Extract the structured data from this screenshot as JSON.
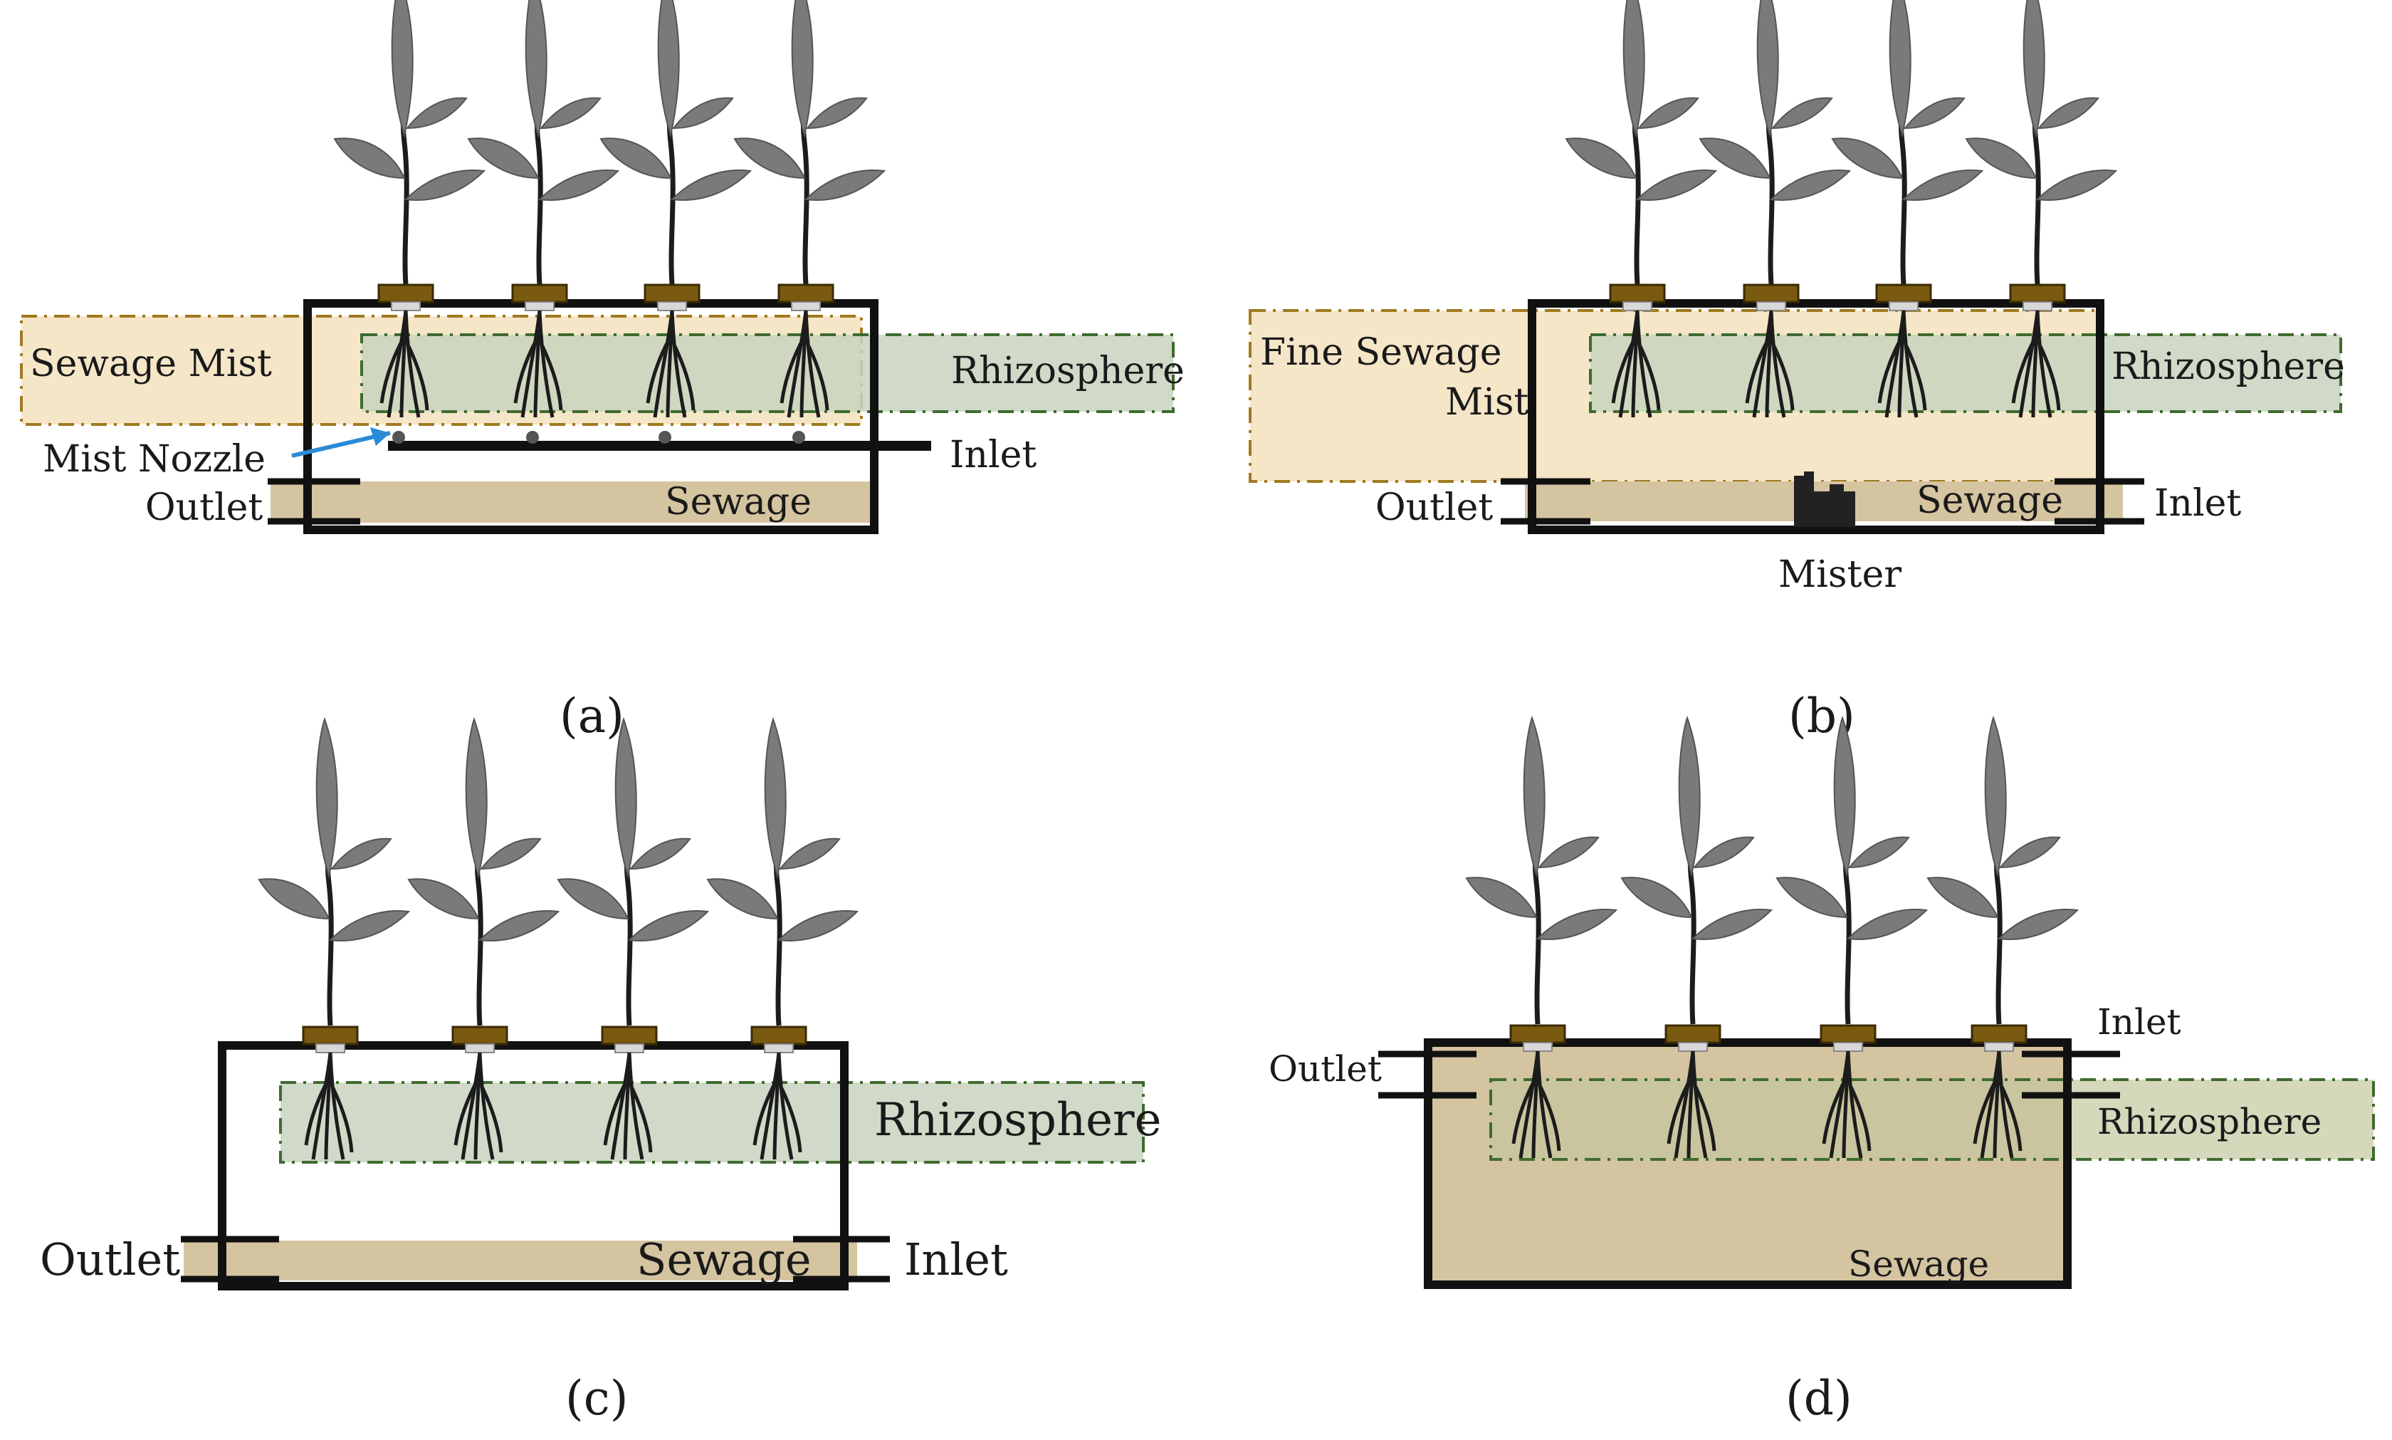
{
  "panels": {
    "a": {
      "caption": "(a)",
      "labels": {
        "sewage_mist": "Sewage Mist",
        "rhizosphere": "Rhizosphere",
        "mist_nozzle": "Mist Nozzle",
        "inlet": "Inlet",
        "outlet": "Outlet",
        "sewage": "Sewage"
      }
    },
    "b": {
      "caption": "(b)",
      "labels": {
        "fine_sewage_mist_line1": "Fine Sewage",
        "fine_sewage_mist_line2": "Mist",
        "rhizosphere": "Rhizosphere",
        "outlet": "Outlet",
        "sewage": "Sewage",
        "inlet": "Inlet",
        "mister": "Mister"
      }
    },
    "c": {
      "caption": "(c)",
      "labels": {
        "rhizosphere": "Rhizosphere",
        "outlet": "Outlet",
        "sewage": "Sewage",
        "inlet": "Inlet"
      }
    },
    "d": {
      "caption": "(d)",
      "labels": {
        "inlet": "Inlet",
        "outlet": "Outlet",
        "rhizosphere": "Rhizosphere",
        "sewage": "Sewage"
      }
    }
  },
  "colors": {
    "tank_wall": "#111111",
    "sewage": "#d4c4a0",
    "mist_fill": "#f5e6c8",
    "mist_border": "#a07a20",
    "rhizo_fill": "#c9d3c0",
    "rhizo_border": "#3f6b2e",
    "plant_leaf": "#7a7a7a",
    "plant_pot": "#7a5a10",
    "nozzle_arrow": "#2b8ad6"
  }
}
